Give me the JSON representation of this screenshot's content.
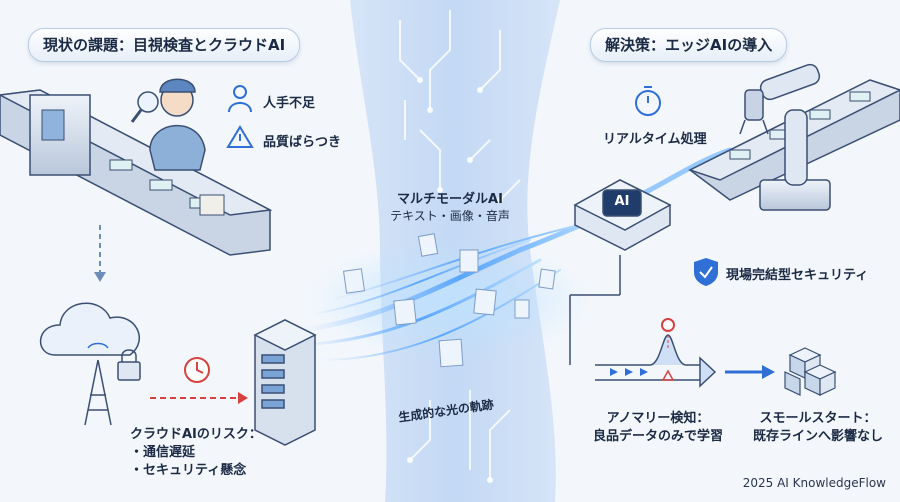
{
  "left_panel": {
    "title": "現状の課題：目視検査とクラウドAI",
    "issue_labor": "人手不足",
    "issue_quality": "品質ばらつき",
    "risk_title": "クラウドAIのリスク：",
    "risks": [
      "・通信遅延",
      "・セキュリティ懸念"
    ]
  },
  "center_panel": {
    "multimodal_title": "マルチモーダルAI",
    "multimodal_sub": "テキスト・画像・音声",
    "light_path": "生成的な光の軌跡"
  },
  "right_panel": {
    "title": "解決策：エッジAIの導入",
    "realtime": "リアルタイム処理",
    "edge_chip": "AI",
    "security": "現場完結型セキュリティ",
    "anomaly_line1": "アノマリー検知：",
    "anomaly_line2": "良品データのみで学習",
    "small_start_line1": "スモールスタート：",
    "small_start_line2": "既存ラインへ影響なし"
  },
  "footer": {
    "credit": "2025 AI KnowledgeFlow"
  },
  "colors": {
    "accent": "#2f6fd6",
    "alert": "#d94040",
    "bg": "#f3f7fc",
    "outline": "#3a4f73"
  },
  "icons": [
    "magnifier-icon",
    "person-icon",
    "warning-icon",
    "cloud-icon",
    "lock-icon",
    "clock-icon",
    "server-icon",
    "stopwatch-icon",
    "ai-chip-icon",
    "robot-arm-icon",
    "shield-check-icon",
    "cubes-icon"
  ]
}
